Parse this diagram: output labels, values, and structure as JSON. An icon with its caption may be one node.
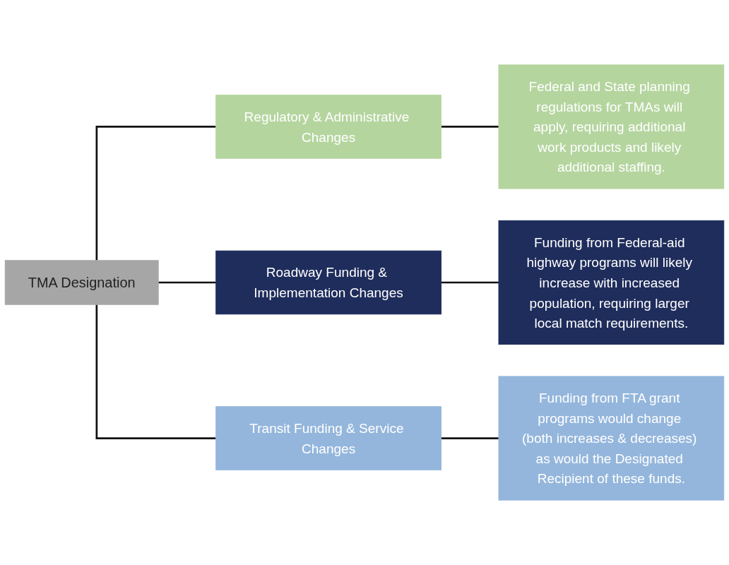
{
  "diagram": {
    "nodes": [
      {
        "text": [
          "TMA Designation"
        ]
      },
      {
        "text": [
          "Regulatory & Administrative Changes"
        ]
      },
      {
        "text": [
          "Roadway Funding & Implementation Changes"
        ]
      },
      {
        "text": [
          "Transit Funding & Service Changes"
        ]
      },
      {
        "text": [
          "Federal and State planning regulations for TMAs will apply, requiring additional work products and likely additional staffing."
        ]
      },
      {
        "text": [
          "Funding from Federal-aid highway programs will likely increase with increased population, requiring larger local match requirements."
        ]
      },
      {
        "text": [
          "Funding from FTA grant programs would change (both increases & decreases) as would the Designated Recipient of these funds."
        ]
      }
    ],
    "edges": [
      {
        "from": 0,
        "to": 1,
        "arrow": "none"
      },
      {
        "from": 0,
        "to": 2,
        "arrow": "none"
      },
      {
        "from": 0,
        "to": 3,
        "arrow": "none"
      },
      {
        "from": 1,
        "to": 4,
        "arrow": "none"
      },
      {
        "from": 2,
        "to": 5,
        "arrow": "none"
      },
      {
        "from": 3,
        "to": 6,
        "arrow": "none"
      }
    ]
  }
}
